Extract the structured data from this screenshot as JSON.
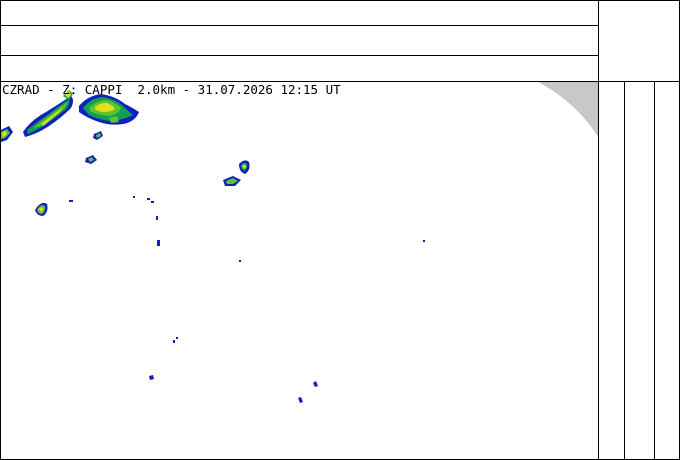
{
  "radar": {
    "title": "CZRAD - Z: CAPPI  2.0km - 31.07.2026 12:15 UT",
    "product": "CAPPI",
    "altitude": "2.0km",
    "date": "31.07.2026",
    "time": "12:15 UT"
  },
  "header_rows": [
    "",
    "",
    ""
  ],
  "side_panel": {
    "label": ""
  },
  "legend_columns": [
    "",
    "",
    ""
  ],
  "colors": {
    "background": "#ffffff",
    "border": "#000000",
    "out_of_range": "#c8c8c8",
    "echo_weak": "#1020c0",
    "echo_low": "#10a050",
    "echo_mid": "#60c030",
    "echo_high": "#e0e020"
  }
}
